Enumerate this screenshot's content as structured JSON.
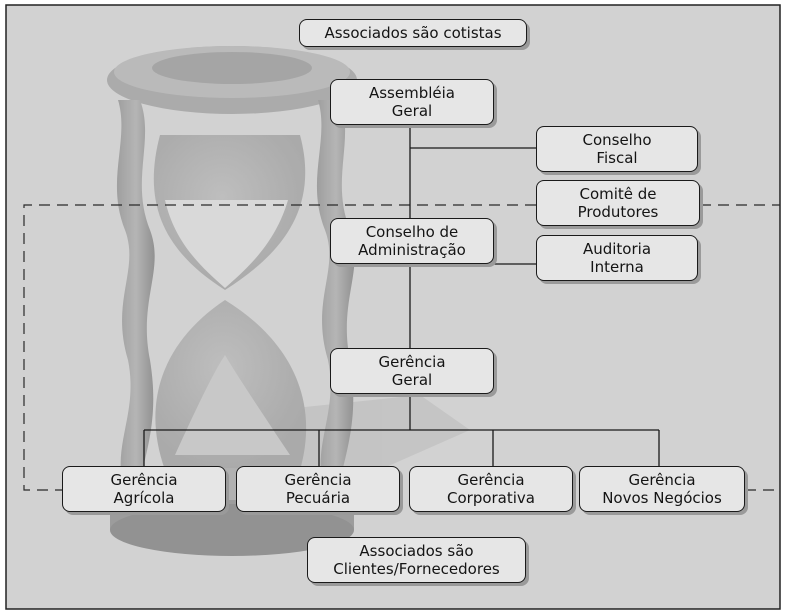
{
  "diagram": {
    "top_label": "Associados são cotistas",
    "bottom_label": [
      "Associados são",
      "Clientes/Fornecedores"
    ],
    "nodes": {
      "assembleia": [
        "Assembléia",
        "Geral"
      ],
      "conselho_fiscal": [
        "Conselho",
        "Fiscal"
      ],
      "comite": [
        "Comitê de",
        "Produtores"
      ],
      "conselho_admin": [
        "Conselho de",
        "Administração"
      ],
      "auditoria": [
        "Auditoria",
        "Interna"
      ],
      "gerencia_geral": [
        "Gerência",
        "Geral"
      ],
      "gerencia_agricola": [
        "Gerência",
        "Agrícola"
      ],
      "gerencia_pecuaria": [
        "Gerência",
        "Pecuária"
      ],
      "gerencia_corporativa": [
        "Gerência",
        "Corporativa"
      ],
      "gerencia_novos": [
        "Gerência",
        "Novos Negócios"
      ]
    }
  }
}
